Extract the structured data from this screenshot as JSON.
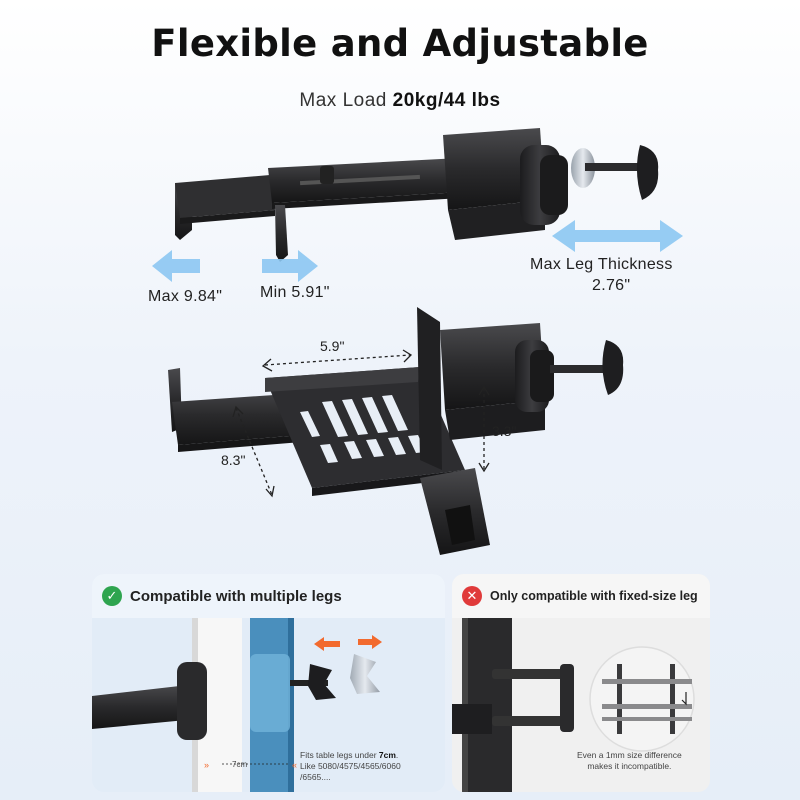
{
  "title": "Flexible and Adjustable",
  "max_load": {
    "prefix": "Max Load",
    "value": "20kg/44 lbs"
  },
  "top_labels": {
    "max_length": "Max  9.84\"",
    "min_length": "Min  5.91\"",
    "leg_thickness_line1": "Max Leg Thickness",
    "leg_thickness_line2": "2.76\""
  },
  "tray_labels": {
    "width": "5.9\"",
    "depth": "8.3\"",
    "height": "3.3\""
  },
  "compatible_panel": {
    "title": "Compatible with multiple legs",
    "note_prefix": "Fits table legs under ",
    "note_value": "7cm",
    "note_suffix": ".",
    "note_line2": "Like 5080/4575/4565/6060",
    "note_line3": "/6565....",
    "dimension": "7cm"
  },
  "incompatible_panel": {
    "title": "Only compatible with fixed-size leg",
    "note_line1": "Even a 1mm size difference",
    "note_line2": "makes it incompatible."
  },
  "colors": {
    "arrow_blue": "#8cc7f2",
    "arrow_orange": "#f26a2e",
    "ok_green": "#2ea44f",
    "no_red": "#e03a3a",
    "metal_black": "#2a2a2c"
  }
}
